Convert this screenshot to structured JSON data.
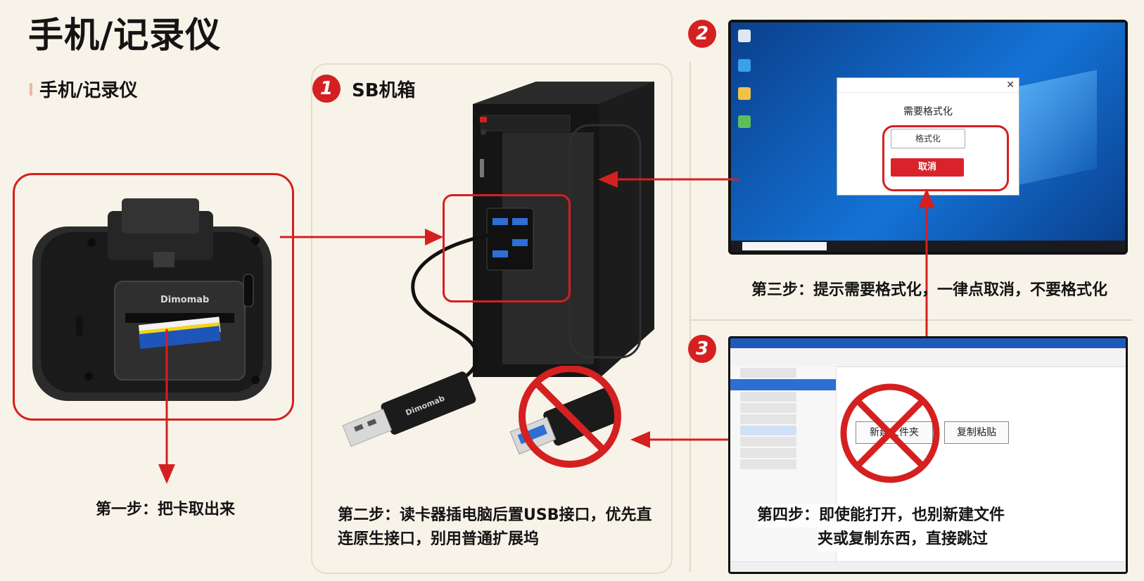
{
  "header": {
    "title": "手机/记录仪",
    "subtitle": "手机/记录仪"
  },
  "sections": {
    "card_reader": {
      "brand": "Dimomab",
      "step_text": "第一步：把卡取出来"
    },
    "pc": {
      "badge": "1",
      "title": "SB机箱",
      "cable_brand": "Dimomab",
      "step_text_line1": "第二步：读卡器插电脑后置USB接口，优先直",
      "step_text_line2": "连原生接口，别用普通扩展坞"
    },
    "format_prompt": {
      "badge": "2",
      "dialog_message": "需要格式化",
      "format_button": "格式化",
      "cancel_button": "取消",
      "step_text": "第三步：提示需要格式化，一律点取消，不要格式化"
    },
    "explorer": {
      "badge": "3",
      "new_folder_button": "新建文件夹",
      "copy_paste_button": "复制粘贴",
      "step_text_line1": "第四步：即使能打开，也别新建文件",
      "step_text_line2": "夹或复制东西，直接跳过"
    }
  },
  "colors": {
    "accent_red": "#d42020",
    "background": "#f8f3e8",
    "desktop_blue": "#1473d6"
  }
}
